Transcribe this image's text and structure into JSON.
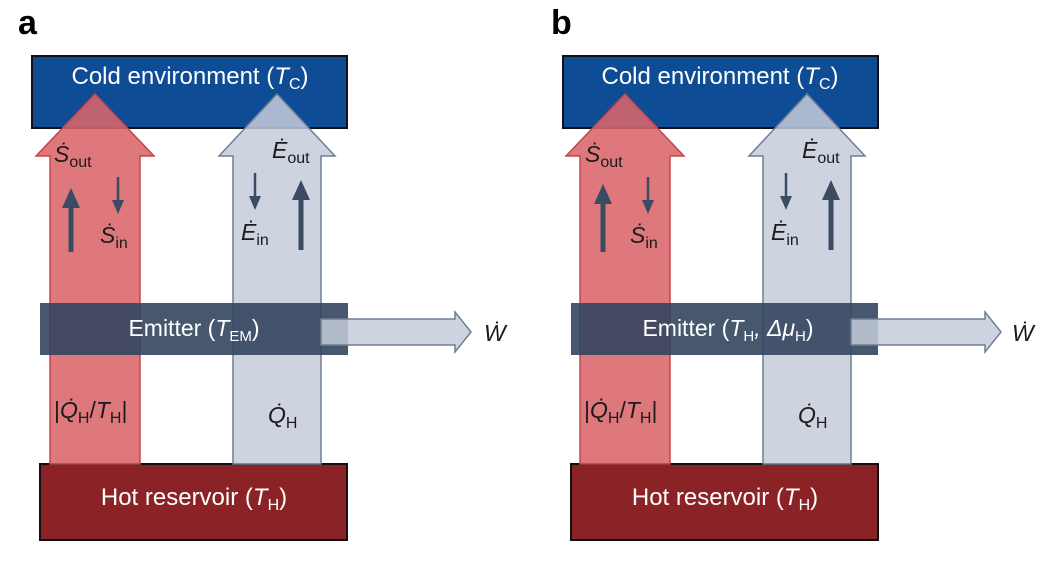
{
  "panels": [
    {
      "letter": "a",
      "cold": {
        "main": "Cold environment (",
        "sym": "T",
        "sub": "C",
        "close": ")"
      },
      "hot": {
        "main": "Hot reservoir (",
        "sym": "T",
        "sub": "H",
        "close": ")"
      },
      "emitter": {
        "main": "Emitter (",
        "sym": "T",
        "sub": "EM",
        "extra_sym": "",
        "extra_sub": "",
        "close": ")"
      },
      "s_out": {
        "sym": "Ṡ",
        "sub": "out"
      },
      "s_in": {
        "sym": "Ṡ",
        "sub": "in"
      },
      "e_out": {
        "sym": "Ė",
        "sub": "out"
      },
      "e_in": {
        "sym": "Ė",
        "sub": "in"
      },
      "q_ratio": {
        "open": "|",
        "q": "Q̇",
        "q_sub": "H",
        "slash": "/",
        "t": "T",
        "t_sub": "H",
        "close": "|"
      },
      "q_h": {
        "sym": "Q̇",
        "sub": "H"
      },
      "work": "Ẇ"
    },
    {
      "letter": "b",
      "cold": {
        "main": "Cold environment (",
        "sym": "T",
        "sub": "C",
        "close": ")"
      },
      "hot": {
        "main": "Hot reservoir (",
        "sym": "T",
        "sub": "H",
        "close": ")"
      },
      "emitter": {
        "main": "Emitter (",
        "sym": "T",
        "sub": "H",
        "extra_sym": ", Δμ",
        "extra_sub": "H",
        "close": ")"
      },
      "s_out": {
        "sym": "Ṡ",
        "sub": "out"
      },
      "s_in": {
        "sym": "Ṡ",
        "sub": "in"
      },
      "e_out": {
        "sym": "Ė",
        "sub": "out"
      },
      "e_in": {
        "sym": "Ė",
        "sub": "in"
      },
      "q_ratio": {
        "open": "|",
        "q": "Q̇",
        "q_sub": "H",
        "slash": "/",
        "t": "T",
        "t_sub": "H",
        "close": "|"
      },
      "q_h": {
        "sym": "Q̇",
        "sub": "H"
      },
      "work": "Ẇ"
    }
  ],
  "colors": {
    "cold_box": "#0f4c96",
    "hot_box": "#8b2326",
    "red_arrow": "#d9656a",
    "grey_arrow": "#c5ccd9",
    "emitter_band": "#33455e",
    "small_arrow": "#3a4b63"
  }
}
